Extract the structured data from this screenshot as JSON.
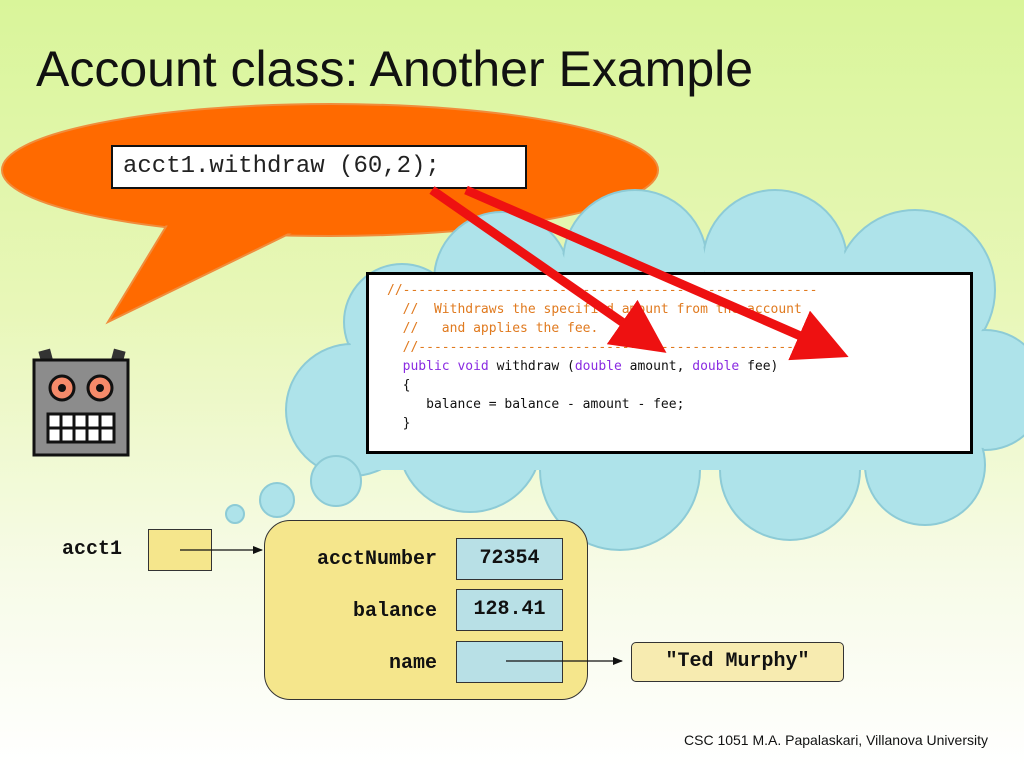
{
  "slide": {
    "title": "Account class: Another Example",
    "footer": "CSC 1051 M.A. Papalaskari, Villanova University"
  },
  "speech_bubble": {
    "call": "acct1.withdraw (60,2);",
    "color": "#ff6a00"
  },
  "code": {
    "lines": [
      [
        {
          "t": "//-----------------------------------------------------",
          "c": "cm"
        }
      ],
      [
        {
          "t": "  //  Withdraws the specified amount from the account",
          "c": "cm"
        }
      ],
      [
        {
          "t": "  //   and applies the fee.",
          "c": "cm"
        }
      ],
      [
        {
          "t": "  //-----------------------------------------------------",
          "c": "cm"
        }
      ],
      [
        {
          "t": "  ",
          "c": ""
        },
        {
          "t": "public",
          "c": "kw"
        },
        {
          "t": " ",
          "c": ""
        },
        {
          "t": "void",
          "c": "kw"
        },
        {
          "t": " withdraw (",
          "c": ""
        },
        {
          "t": "double",
          "c": "kw"
        },
        {
          "t": " amount, ",
          "c": ""
        },
        {
          "t": "double",
          "c": "kw"
        },
        {
          "t": " fee)",
          "c": ""
        }
      ],
      [
        {
          "t": "  {",
          "c": ""
        }
      ],
      [
        {
          "t": "     balance = balance - amount - fee;",
          "c": ""
        }
      ],
      [
        {
          "t": "  }",
          "c": ""
        }
      ]
    ],
    "comment_color": "#e07a1f",
    "keyword_color": "#8a2be2"
  },
  "memory": {
    "variable": "acct1",
    "fields": [
      {
        "name": "acctNumber",
        "value": "72354"
      },
      {
        "name": "balance",
        "value": "128.41"
      },
      {
        "name": "name",
        "value": ""
      }
    ],
    "string_object": "\"Ted Murphy\"",
    "object_color": "#f5e68c",
    "field_color": "#b8e0e6"
  },
  "icons": {
    "robot": "robot-icon",
    "arrows": "red-arrow-icon"
  }
}
